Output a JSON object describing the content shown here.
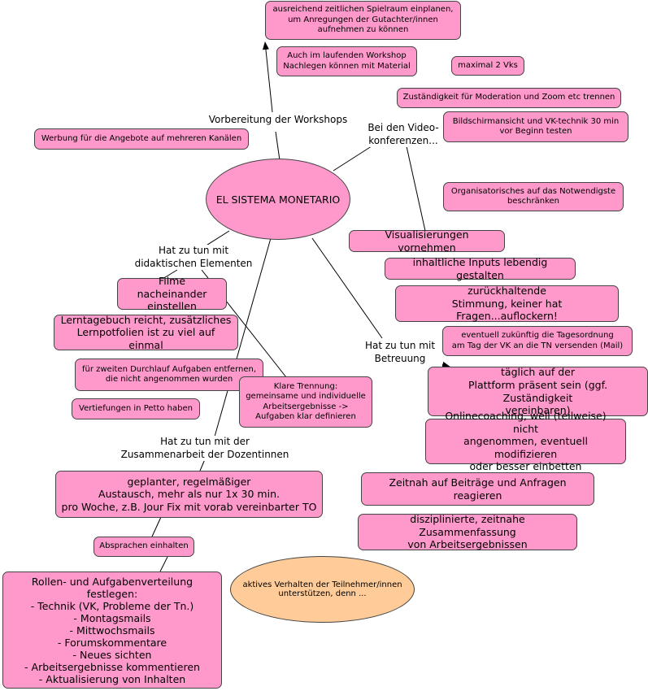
{
  "center": "EL SISTEMA MONETARIO",
  "labels": {
    "workshops": "Vorbereitung der Workshops",
    "video": "Bei den Video-\nkonferenzen...",
    "didaktik": "Hat zu tun mit\ndidaktischen Elementen",
    "betreuung": "Hat zu tun mit\nBetreuung",
    "zusammenarbeit": "Hat zu tun mit der\nZusammenarbeit der Dozentinnen"
  },
  "nodes": {
    "spielraum": "ausreichend zeitlichen Spielraum einplanen,\num Anregungen der Gutachter/innen\naufnehmen zu können",
    "nachlegen": "Auch im laufenden Workshop\nNachlegen können mit Material",
    "vks": "maximal 2 Vks",
    "moderation": "Zuständigkeit für Moderation und Zoom etc trennen",
    "bildschirm": "Bildschirmansicht und VK-technik 30 min\nvor Beginn testen",
    "werbung": "Werbung für die Angebote auf mehreren Kanälen",
    "organisatorisches": "Organisatorisches auf das Notwendigste\nbeschränken",
    "visualisierungen": "Visualisierungen vornehmen",
    "inputs": "inhaltliche Inputs lebendig gestalten",
    "stimmung": "zurückhaltende\nStimmung, keiner hat Fragen...auflockern!",
    "tagesordnung": "eventuell zukünftig die Tagesordnung\nam Tag der VK an die TN versenden (Mail)",
    "plattform": "täglich auf der\nPlattform präsent sein (ggf. Zuständigkeit\nvereinbaren)",
    "onlinecoaching": "Onlinecoaching, weil (teilweise) nicht\nangenommen, eventuell modifizieren\noder besser einbetten",
    "zeitnah": "Zeitnah auf Beiträge und Anfragen reagieren",
    "disziplinierte": "disziplinierte, zeitnahe Zusammenfassung\nvon Arbeitsergebnissen",
    "filme": "Filme nacheinander\neinstellen",
    "lerntagebuch": "Lerntagebuch reicht, zusätzliches\nLernpotfolien ist zu viel auf einmal",
    "durchlauf": "für zweiten Durchlauf Aufgaben entfernen,\ndie nicht angenommen wurden",
    "trennung": "Klare Trennung:\ngemeinsame und individuelle\nArbeitsergebnisse ->\nAufgaben klar definieren",
    "vertiefungen": "Vertiefungen in Petto haben",
    "austausch": "geplanter, regelmäßiger\nAustausch, mehr als nur 1x 30 min.\npro Woche, z.B. Jour Fix mit vorab vereinbarter TO",
    "absprachen": "Absprachen einhalten",
    "rollen": "Rollen- und Aufgabenverteilung festlegen:\n- Technik (VK, Probleme der Tn.)\n- Montagsmails\n- Mittwochsmails\n- Forumskommentare\n- Neues sichten\n- Arbeitsergebnisse kommentieren\n- Aktualisierung von Inhalten",
    "aktives": "aktives Verhalten der Teilnehmer/innen\nunterstützen, denn ..."
  },
  "colors": {
    "node": "#ff99cc",
    "center": "#ff99cc",
    "accent_ellipse": "#ffcc99",
    "line": "#000000"
  }
}
